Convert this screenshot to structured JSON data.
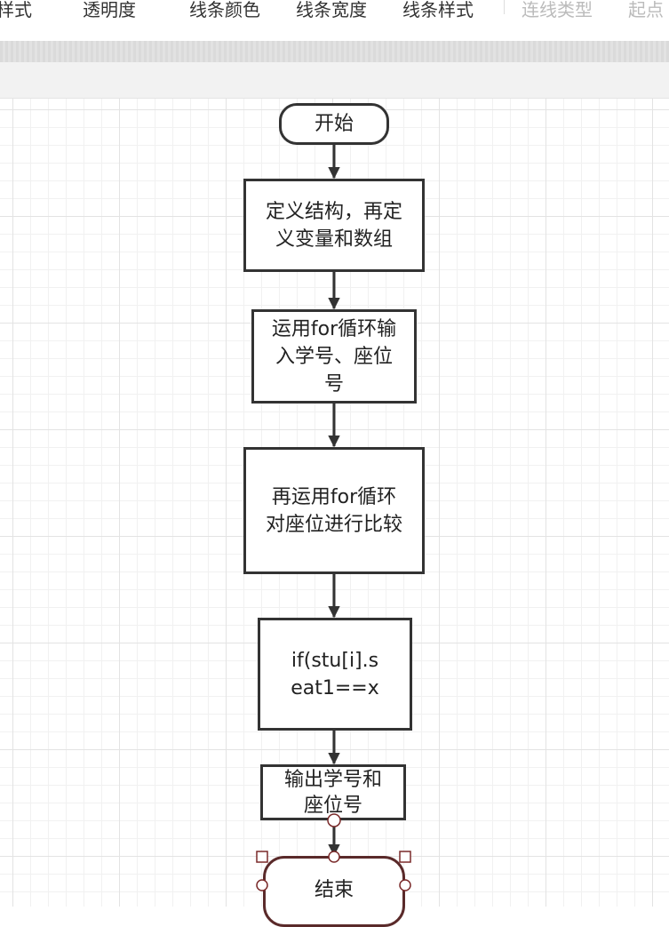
{
  "toolbar": {
    "items": [
      {
        "label": "样式",
        "enabled": true
      },
      {
        "label": "透明度",
        "enabled": true
      },
      {
        "label": "线条颜色",
        "enabled": true
      },
      {
        "label": "线条宽度",
        "enabled": true
      },
      {
        "label": "线条样式",
        "enabled": true
      },
      {
        "label": "连线类型",
        "enabled": false
      },
      {
        "label": "起点",
        "enabled": false
      }
    ]
  },
  "flowchart": {
    "start": "开始",
    "step1": "定义结构，再定义变量和数组",
    "step2": "运用for循环输入学号、座位号",
    "step3": "再运用for循环对座位进行比较",
    "step4": "if(stu[i].seat1==x",
    "step5": "输出学号和座位号",
    "end": "结束"
  },
  "colors": {
    "shape_border": "#333333",
    "selection": "#7a2a2a",
    "grid_major": "#e3e3e3",
    "grid_minor": "#f1f1f1"
  }
}
